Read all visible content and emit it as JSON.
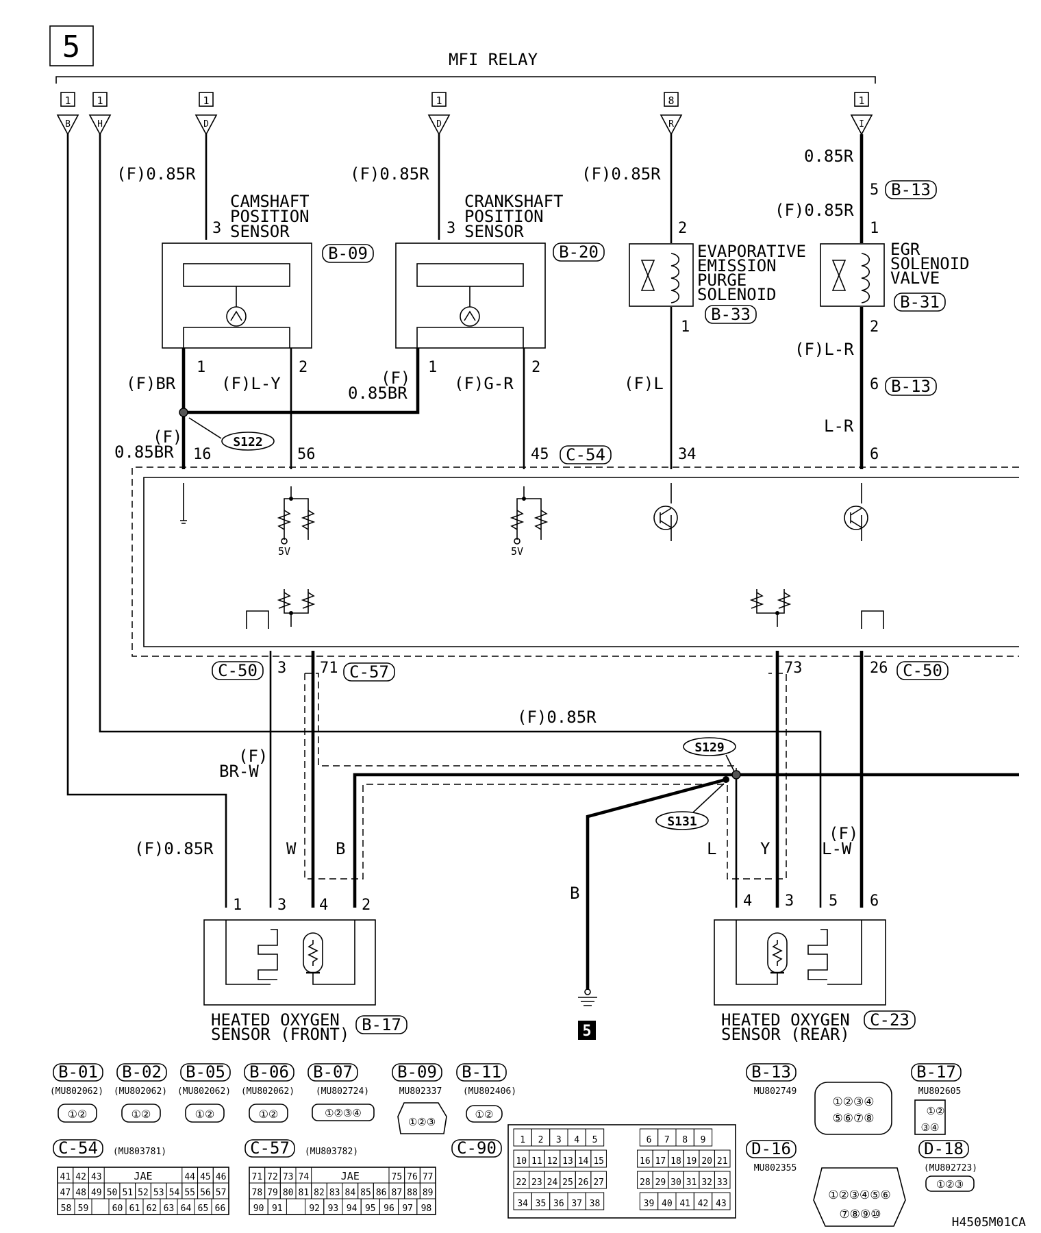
{
  "page_number": "5",
  "relay_title": "MFI RELAY",
  "relay_terminals": [
    {
      "num": "1",
      "letter": "B"
    },
    {
      "num": "1",
      "letter": "H"
    },
    {
      "num": "1",
      "letter": "D"
    },
    {
      "num": "1",
      "letter": "D"
    },
    {
      "num": "8",
      "letter": "R"
    },
    {
      "num": "1",
      "letter": "I"
    }
  ],
  "components": {
    "camshaft": {
      "line1": "CAMSHAFT",
      "line2": "POSITION",
      "line3": "SENSOR",
      "connector": "B-09"
    },
    "crankshaft": {
      "line1": "CRANKSHAFT",
      "line2": "POSITION",
      "line3": "SENSOR",
      "connector": "B-20"
    },
    "evap": {
      "line1": "EVAPORATIVE",
      "line2": "EMISSION",
      "line3": "PURGE",
      "line4": "SOLENOID",
      "connector": "B-33"
    },
    "egr": {
      "line1": "EGR",
      "line2": "SOLENOID",
      "line3": "VALVE",
      "connector": "B-31"
    },
    "ho2_front": {
      "line1": "HEATED OXYGEN",
      "line2": "SENSOR (FRONT)",
      "connector": "B-17"
    },
    "ho2_rear": {
      "line1": "HEATED OXYGEN",
      "line2": "SENSOR (REAR)",
      "connector": "C-23"
    }
  },
  "wires": {
    "f_085r": "(F)0.85R",
    "r085": "0.85R",
    "f_br": "(F)BR",
    "f_ly": "(F)L-Y",
    "f_paren": "(F)",
    "br085": "0.85BR",
    "f_gr": "(F)G-R",
    "f_l": "(F)L",
    "f_lr": "(F)L-R",
    "lr": "L-R",
    "brw": "BR-W",
    "w": "W",
    "b": "B",
    "l": "L",
    "y": "Y",
    "lw": "L-W"
  },
  "splices": {
    "s122": "S122",
    "s129": "S129",
    "s131": "S131"
  },
  "ecm_pins": {
    "p16": "16",
    "p56": "56",
    "p45": "45",
    "p34": "34",
    "p6": "6",
    "p3": "3",
    "p71": "71",
    "p73": "73",
    "p26": "26"
  },
  "connector_refs": {
    "c54": "C-54",
    "c50": "C-50",
    "c57": "C-57",
    "b13": "B-13"
  },
  "voltage_label": "5V",
  "ground_ref": "5",
  "legend_connectors": [
    {
      "id": "B-01",
      "part": "(MU802062)",
      "pins": [
        "1",
        "2"
      ]
    },
    {
      "id": "B-02",
      "part": "(MU802062)",
      "pins": [
        "1",
        "2"
      ]
    },
    {
      "id": "B-05",
      "part": "(MU802062)",
      "pins": [
        "1",
        "2"
      ]
    },
    {
      "id": "B-06",
      "part": "(MU802062)",
      "pins": [
        "1",
        "2"
      ]
    },
    {
      "id": "B-07",
      "part": "(MU802724)",
      "pins": [
        "1",
        "2",
        "3",
        "4"
      ]
    },
    {
      "id": "B-09",
      "part": "MU802337",
      "pins": [
        "1",
        "2",
        "3"
      ]
    },
    {
      "id": "B-11",
      "part": "(MU802406)",
      "pins": [
        "1",
        "2"
      ]
    },
    {
      "id": "B-13",
      "part": "MU802749",
      "pins": [
        "1",
        "2",
        "3",
        "4",
        "5",
        "6",
        "7",
        "8"
      ]
    },
    {
      "id": "B-17",
      "part": "MU802605",
      "pins": [
        "1",
        "2",
        "3",
        "4"
      ]
    },
    {
      "id": "D-16",
      "part": "MU802355",
      "pins": [
        "1",
        "2",
        "3",
        "4",
        "5",
        "6",
        "7",
        "8",
        "9",
        "10"
      ]
    },
    {
      "id": "D-18",
      "part": "(MU802723)",
      "pins": [
        "1",
        "2",
        "3"
      ]
    }
  ],
  "c54": {
    "id": "C-54",
    "part": "(MU803781)",
    "brand": "JAE",
    "row1": [
      "41",
      "42",
      "43",
      "44",
      "45",
      "46"
    ],
    "row2": [
      "47",
      "48",
      "49",
      "50",
      "51",
      "52",
      "53",
      "54",
      "55",
      "56",
      "57"
    ],
    "row3": [
      "58",
      "59",
      "60",
      "61",
      "62",
      "63",
      "64",
      "65",
      "66"
    ]
  },
  "c57": {
    "id": "C-57",
    "part": "(MU803782)",
    "brand": "JAE",
    "row1": [
      "71",
      "72",
      "73",
      "74",
      "75",
      "76",
      "77"
    ],
    "row2": [
      "78",
      "79",
      "80",
      "81",
      "82",
      "83",
      "84",
      "85",
      "86",
      "87",
      "88",
      "89"
    ],
    "row3": [
      "90",
      "91",
      "92",
      "93",
      "94",
      "95",
      "96",
      "97",
      "98"
    ]
  },
  "c90": {
    "id": "C-90",
    "row1": [
      "1",
      "2",
      "3",
      "4",
      "5",
      "6",
      "7",
      "8",
      "9"
    ],
    "row2": [
      "10",
      "11",
      "12",
      "13",
      "14",
      "15",
      "16",
      "17",
      "18",
      "19",
      "20",
      "21"
    ],
    "row3": [
      "22",
      "23",
      "24",
      "25",
      "26",
      "27",
      "28",
      "29",
      "30",
      "31",
      "32",
      "33"
    ],
    "row4": [
      "34",
      "35",
      "36",
      "37",
      "38",
      "39",
      "40",
      "41",
      "42",
      "43"
    ]
  },
  "drawing_code": "H4505M01CA"
}
